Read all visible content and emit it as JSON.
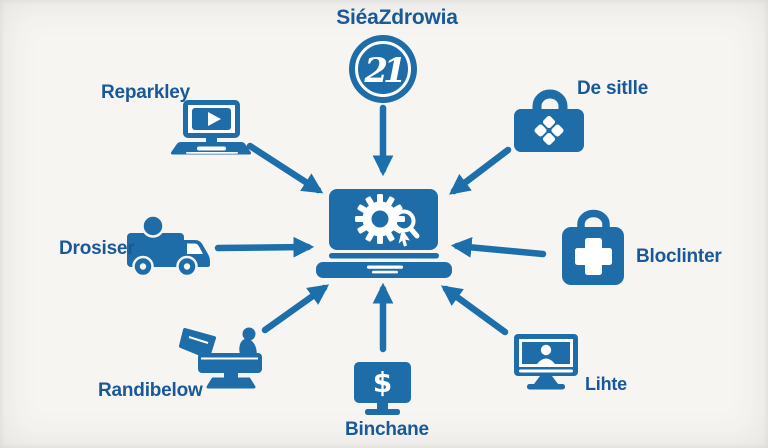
{
  "colors": {
    "icon_blue": "#1e6ca8",
    "arrow_blue": "#1d6fab",
    "text_blue": "#19599a",
    "background": "#f6f5f2",
    "white": "#ffffff"
  },
  "badge": {
    "monogram": "21"
  },
  "nodes": [
    {
      "id": "top-center",
      "label": "SiéaZdrowia",
      "icon": "badge-monogram-icon"
    },
    {
      "id": "top-left",
      "label": "Reparkley",
      "icon": "laptop-video-icon"
    },
    {
      "id": "top-right",
      "label": "De sitlle",
      "icon": "padlock-icon"
    },
    {
      "id": "left",
      "label": "Drosiser",
      "icon": "delivery-truck-icon"
    },
    {
      "id": "right",
      "label": "Bloclinter",
      "icon": "first-aid-kit-icon"
    },
    {
      "id": "bottom-left",
      "label": "Randibelow",
      "icon": "patient-chair-icon"
    },
    {
      "id": "bottom-center",
      "label": "Binchane",
      "icon": "monitor-dollar-icon",
      "screen_symbol": "$"
    },
    {
      "id": "bottom-right",
      "label": "Lihte",
      "icon": "monitor-user-icon"
    }
  ],
  "center_hub": {
    "icon": "laptop-gear-search-icon",
    "description": "laptop with gear and magnifier"
  }
}
